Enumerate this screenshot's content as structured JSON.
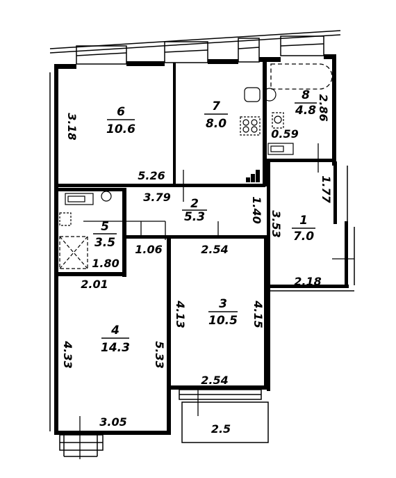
{
  "rooms": [
    {
      "number": "1",
      "area": "7.0"
    },
    {
      "number": "2",
      "area": "5.3"
    },
    {
      "number": "3",
      "area": "10.5"
    },
    {
      "number": "4",
      "area": "14.3"
    },
    {
      "number": "5",
      "area": "3.5"
    },
    {
      "number": "6",
      "area": "10.6"
    },
    {
      "number": "7",
      "area": "8.0"
    },
    {
      "number": "8",
      "area": "4.8"
    }
  ],
  "dimensions": {
    "r6_height": "3.18",
    "r6_width": "5.26",
    "r8_width": "2.86",
    "r8_depth": "0.59",
    "r1_upper": "1.77",
    "r1_height": "3.53",
    "r1_width": "2.18",
    "r2_width": "3.79",
    "r2_height": "1.40",
    "r2_lower": "2.54",
    "r5_door": "1.06",
    "r5_width": "1.80",
    "r4_top": "2.01",
    "r4_left": "4.33",
    "r4_right": "5.33",
    "r4_bottom": "3.05",
    "r3_left": "4.13",
    "r3_right": "4.15",
    "r3_bottom": "2.54",
    "balcony": "2.5"
  }
}
